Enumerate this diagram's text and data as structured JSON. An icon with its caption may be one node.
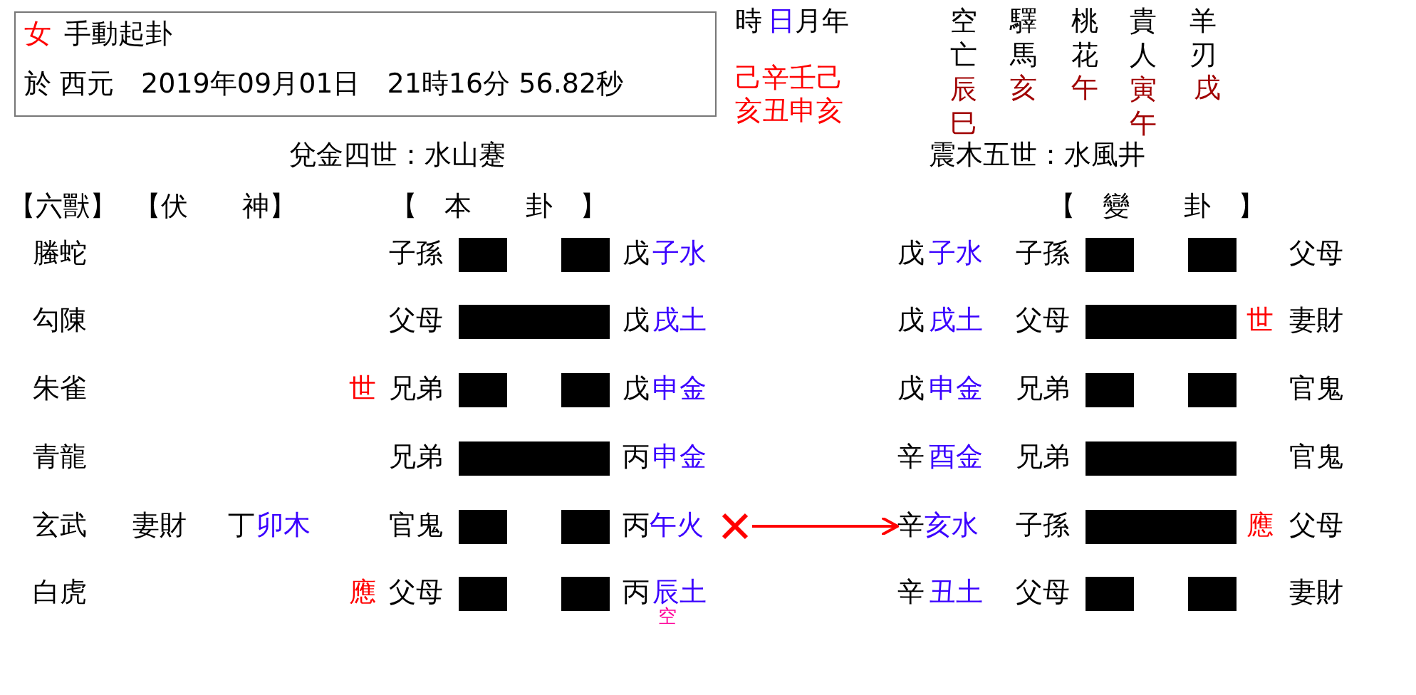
{
  "diagram": {
    "nodes": [
      {
        "text": [
          "女",
          "手動起卦",
          "於 西元　2019年09月01日　21時16分 56.82秒"
        ]
      },
      {
        "text": [
          "丙",
          "午火"
        ]
      },
      {
        "text": [
          "辛",
          "亥水"
        ]
      }
    ],
    "edges": [
      {
        "from": 1,
        "to": 2,
        "arrow": "to",
        "color": "#ff0000"
      }
    ],
    "labels": [
      "時",
      "日",
      "月年",
      "己辛壬己",
      "亥丑申亥",
      "空亡",
      "驛馬",
      "桃花",
      "貴人",
      "羊刃",
      "辰巳",
      "亥",
      "午",
      "寅午",
      "戌",
      "兌金四世：水山蹇",
      "震木五世：水風井",
      "【六獸】",
      "【伏　　神】",
      "【　本　　卦　】",
      "【　變　　卦　】",
      "螣蛇",
      "子孫",
      "戊",
      "子水",
      "戊",
      "子水",
      "子孫",
      "父母",
      "勾陳",
      "父母",
      "戊",
      "戌土",
      "戊",
      "戌土",
      "父母",
      "世",
      "妻財",
      "朱雀",
      "世",
      "兄弟",
      "戊",
      "申金",
      "戊",
      "申金",
      "兄弟",
      "官鬼",
      "青龍",
      "兄弟",
      "丙",
      "申金",
      "辛",
      "酉金",
      "兄弟",
      "官鬼",
      "玄武",
      "妻財",
      "丁",
      "卯木",
      "官鬼",
      "子孫",
      "應",
      "父母",
      "白虎",
      "應",
      "父母",
      "丙",
      "辰土",
      "辛",
      "丑土",
      "父母",
      "妻財",
      "空"
    ]
  }
}
